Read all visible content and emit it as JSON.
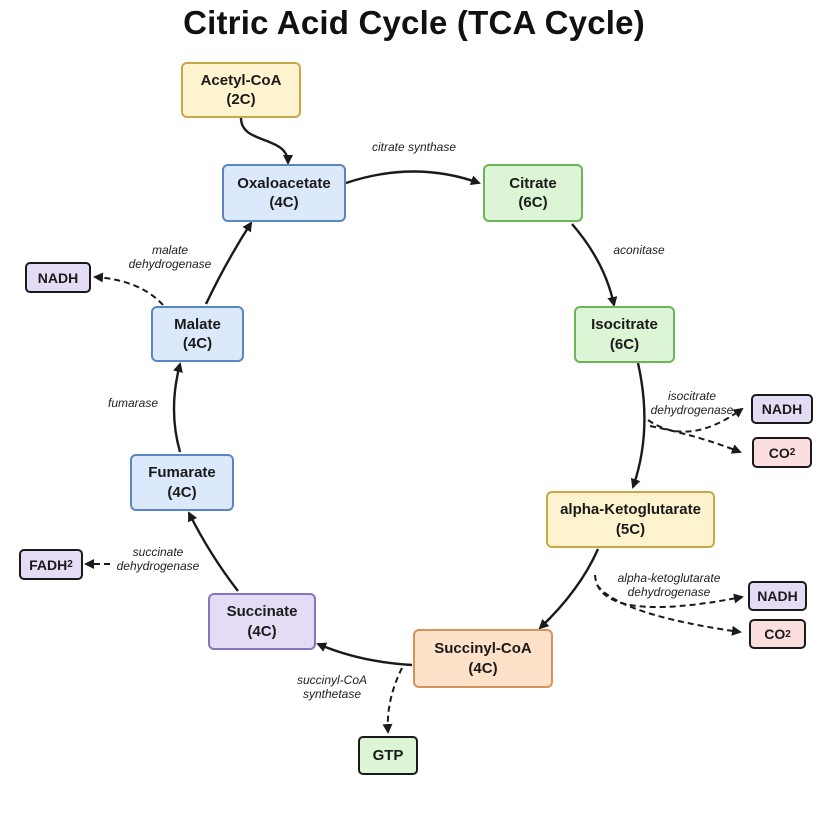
{
  "title": "Citric Acid Cycle (TCA Cycle)",
  "metabolites": {
    "acetyl_coa": {
      "name": "Acetyl-CoA",
      "carbons": "(2C)"
    },
    "oxaloacetate": {
      "name": "Oxaloacetate",
      "carbons": "(4C)"
    },
    "citrate": {
      "name": "Citrate",
      "carbons": "(6C)"
    },
    "isocitrate": {
      "name": "Isocitrate",
      "carbons": "(6C)"
    },
    "alpha_ketoglutarate": {
      "name": "alpha-Ketoglutarate",
      "carbons": "(5C)"
    },
    "succinyl_coa": {
      "name": "Succinyl-CoA",
      "carbons": "(4C)"
    },
    "succinate": {
      "name": "Succinate",
      "carbons": "(4C)"
    },
    "fumarate": {
      "name": "Fumarate",
      "carbons": "(4C)"
    },
    "malate": {
      "name": "Malate",
      "carbons": "(4C)"
    }
  },
  "enzymes": {
    "citrate_synthase": "citrate synthase",
    "aconitase": "aconitase",
    "isocitrate_dh": [
      "isocitrate",
      "dehydrogenase"
    ],
    "akg_dh": [
      "alpha-ketoglutarate",
      "dehydrogenase"
    ],
    "succinyl_coa_synthetase": [
      "succinyl-CoA",
      "synthetase"
    ],
    "succinate_dh": [
      "succinate",
      "dehydrogenase"
    ],
    "fumarase": "fumarase",
    "malate_dh": [
      "malate",
      "dehydrogenase"
    ]
  },
  "products": {
    "nadh": "NADH",
    "co2": {
      "base": "CO",
      "sub": "2"
    },
    "gtp": "GTP",
    "fadh2": {
      "base": "FADH",
      "sub": "2"
    }
  }
}
